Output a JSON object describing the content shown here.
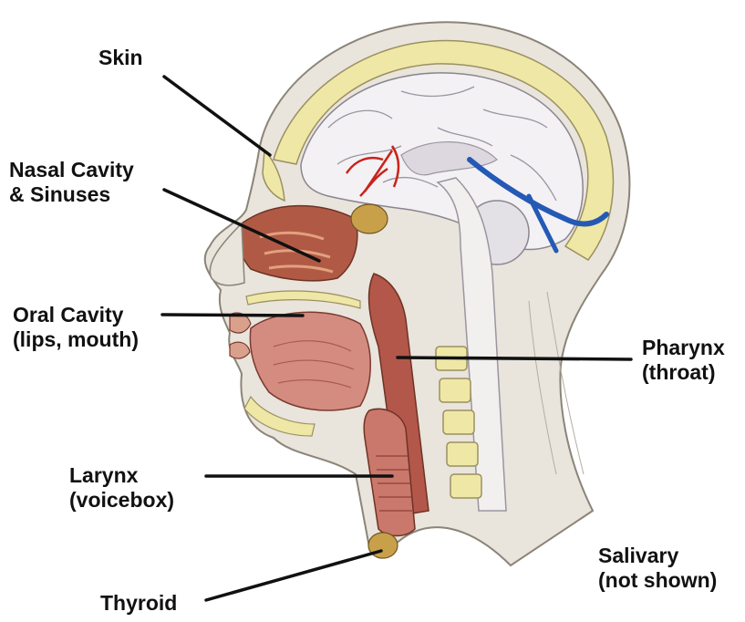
{
  "labels": {
    "skin": "Skin",
    "nasal_line1": "Nasal Cavity",
    "nasal_line2": "& Sinuses",
    "oral_line1": "Oral Cavity",
    "oral_line2": "(lips, mouth)",
    "larynx_line1": "Larynx",
    "larynx_line2": "(voicebox)",
    "thyroid": "Thyroid",
    "pharynx_line1": "Pharynx",
    "pharynx_line2": "(throat)",
    "salivary_line1": "Salivary",
    "salivary_line2": "(not shown)"
  },
  "colors": {
    "skin": "#e9e4dc",
    "bone": "#efe7a6",
    "muscle": "#c96a5c",
    "brain": "#f3f1f4",
    "vessel_red": "#c8231b",
    "vessel_blue": "#2459b5",
    "line": "#111111"
  }
}
